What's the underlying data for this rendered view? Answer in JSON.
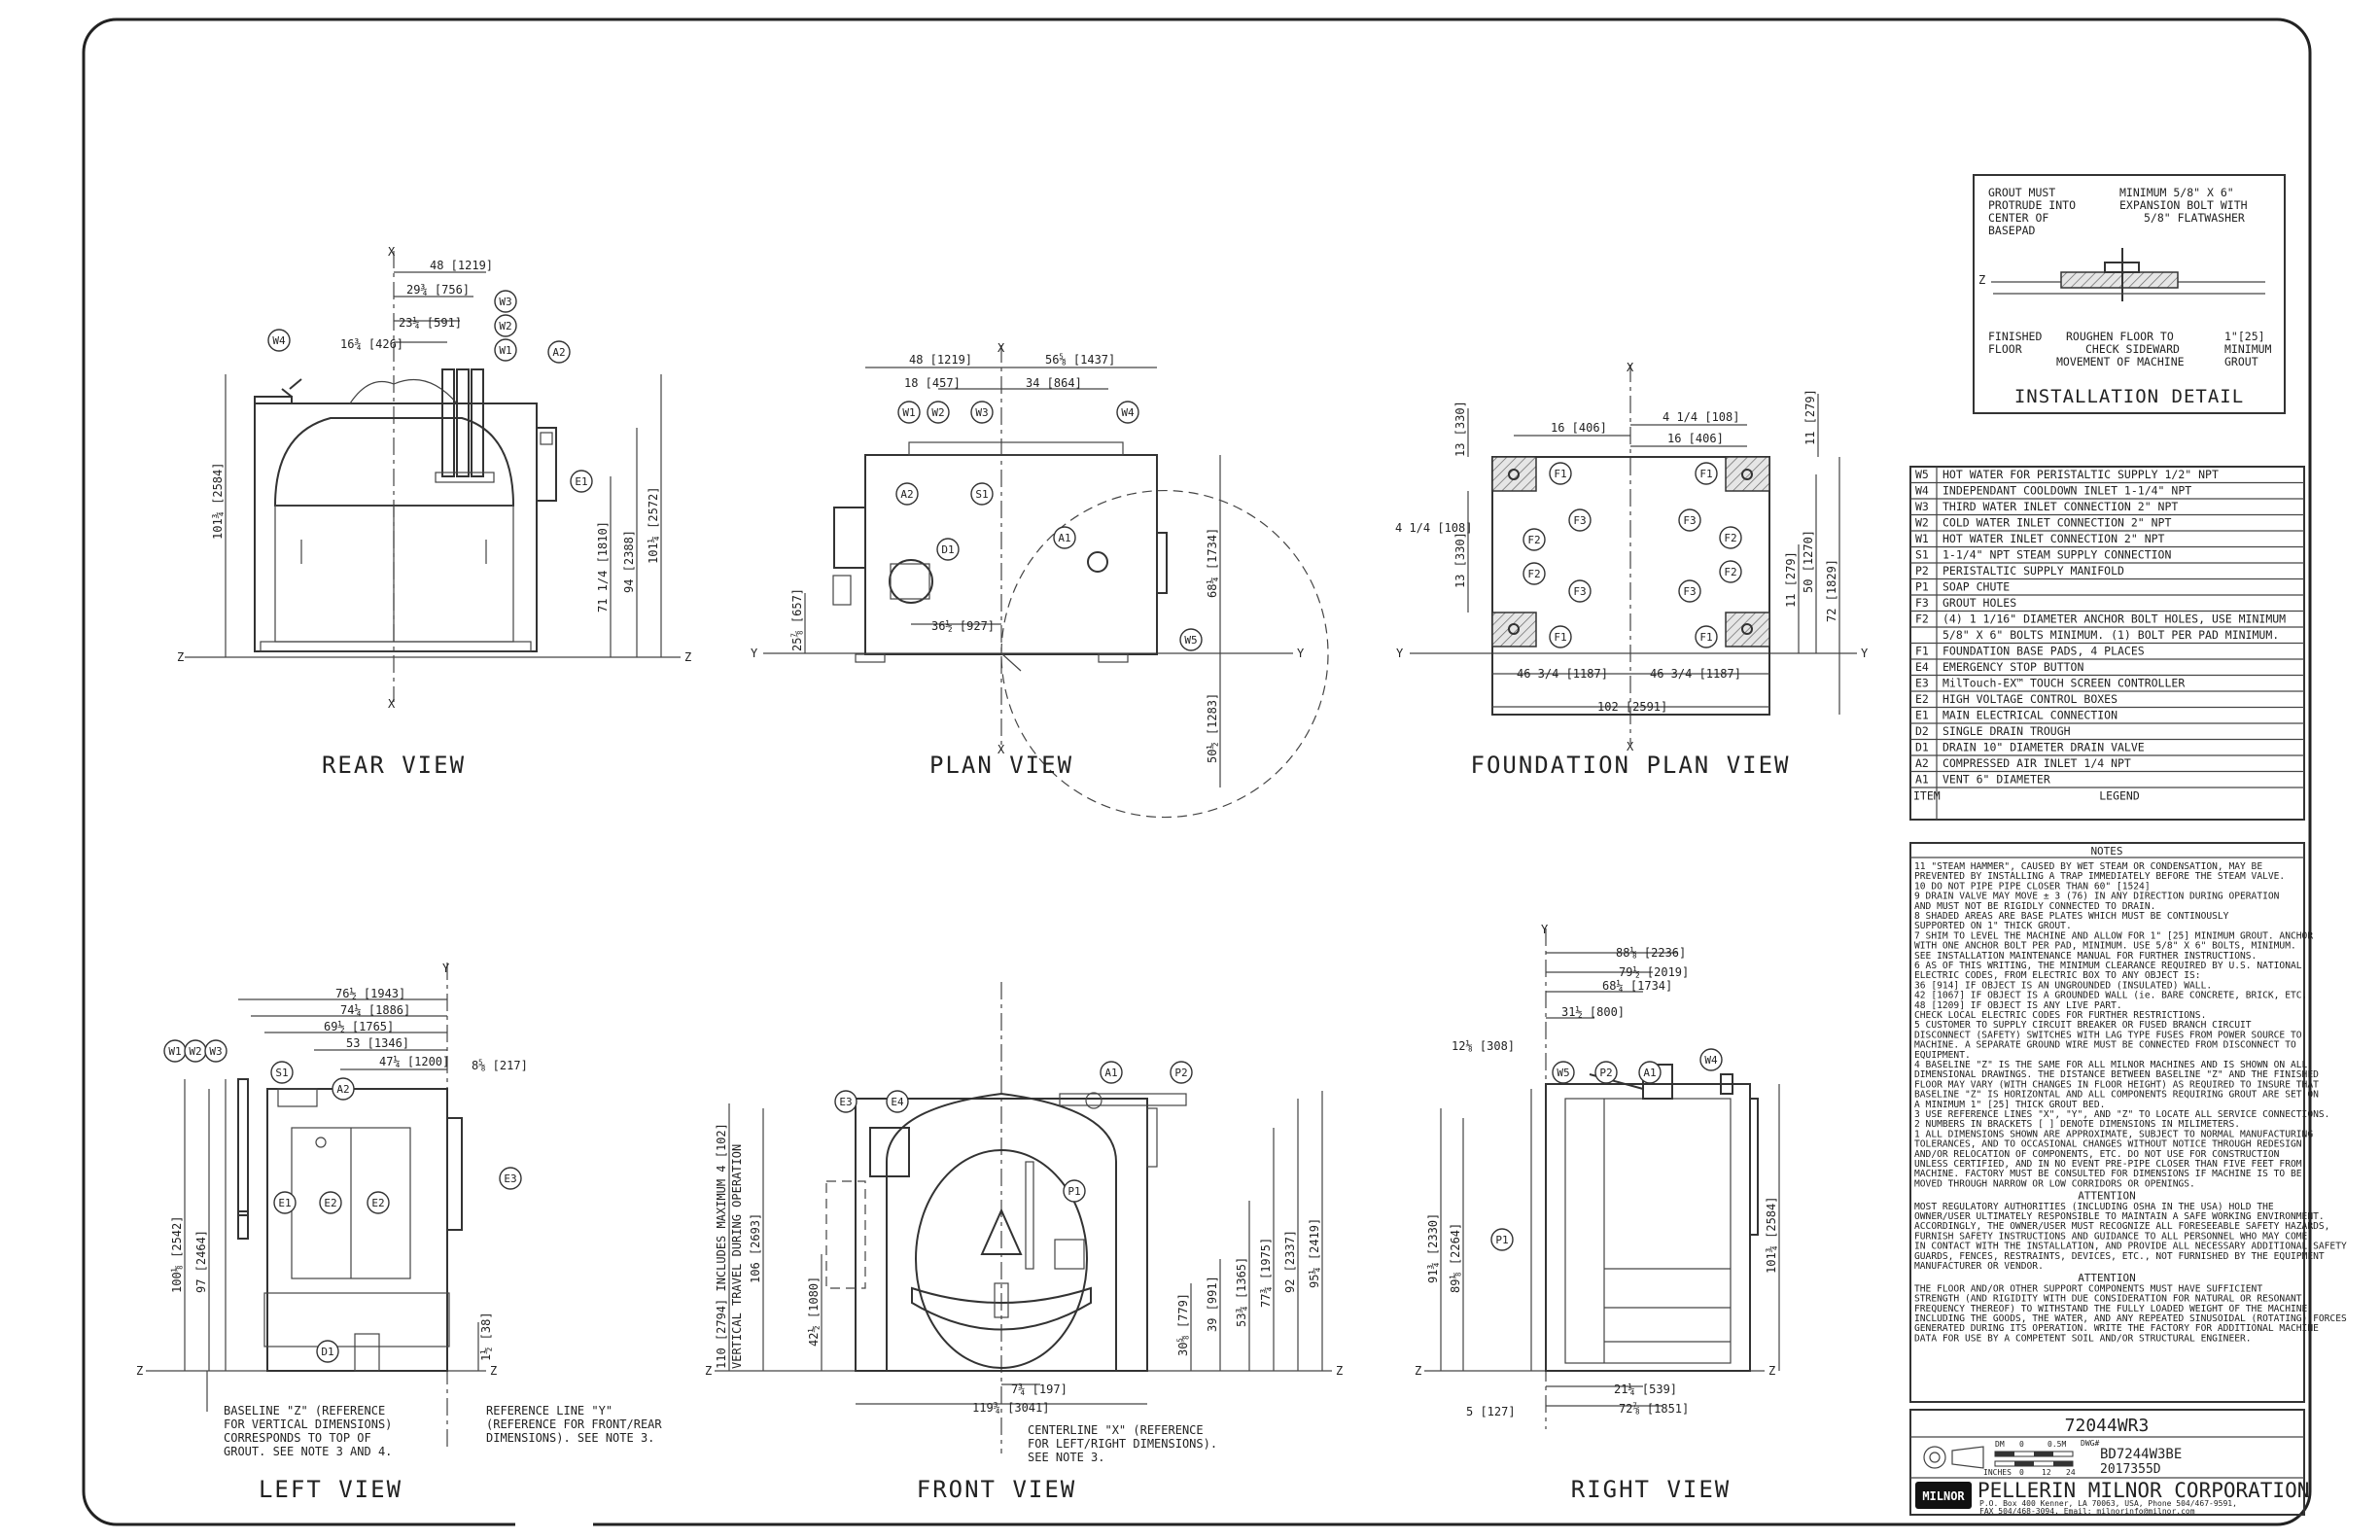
{
  "views": {
    "rear": "REAR VIEW",
    "plan": "PLAN VIEW",
    "foundation": "FOUNDATION PLAN VIEW",
    "left": "LEFT VIEW",
    "front": "FRONT VIEW",
    "right": "RIGHT VIEW"
  },
  "axes": {
    "x": "X",
    "y": "Y",
    "z": "Z"
  },
  "rear_dims": {
    "d48": "48 [1219]",
    "d29": "29¾ [756]",
    "d23": "23¼ [591]",
    "d16": "16¾ [426]",
    "h101a": "101¾ [2584]",
    "h71": "71 1/4 [1810]",
    "h94": "94 [2388]",
    "h101b": "101¼ [2572]"
  },
  "plan_dims": {
    "d48": "48 [1219]",
    "d56": "56⅝ [1437]",
    "d18": "18 [457]",
    "d34": "34 [864]",
    "d36": "36½ [927]",
    "d25": "25⅞ [657]",
    "d68": "68¼ [1734]",
    "d50": "50½ [1283]"
  },
  "foundation_dims": {
    "d16a": "16 [406]",
    "d4a": "4 1/4 [108]",
    "d16b": "16 [406]",
    "d11a": "11 [279]",
    "d13a": "13 [330]",
    "d4b": "4 1/4 [108]",
    "d13b": "13 [330]",
    "d11b": "11 [279]",
    "d50": "50 [1270]",
    "d72": "72 [1829]",
    "d46a": "46 3/4 [1187]",
    "d46b": "46 3/4 [1187]",
    "d102": "102 [2591]"
  },
  "left_dims": {
    "d76": "76½ [1943]",
    "d74": "74¼ [1886]",
    "d69": "69½ [1765]",
    "d53": "53 [1346]",
    "d47": "47¼ [1200]",
    "d8": "8⅝ [217]",
    "h100": "100⅛ [2542]",
    "h97": "97 [2464]",
    "h1": "1½ [38]",
    "note_baseline": [
      "BASELINE \"Z\" (REFERENCE",
      "FOR VERTICAL DIMENSIONS)",
      "CORRESPONDS TO TOP OF",
      "GROUT. SEE NOTE 3 AND 4."
    ],
    "note_ref_y": [
      "REFERENCE LINE \"Y\"",
      "(REFERENCE FOR FRONT/REAR",
      "DIMENSIONS). SEE NOTE 3."
    ]
  },
  "front_dims": {
    "h110": "110 [2794] INCLUDES MAXIMUM 4 [102]",
    "h110b": "VERTICAL TRAVEL DURING OPERATION",
    "h106": "106 [2693]",
    "h42": "42½ [1080]",
    "h30": "30⅝ [779]",
    "h39": "39 [991]",
    "h53": "53¾ [1365]",
    "h77": "77¾ [1975]",
    "h92": "92 [2337]",
    "h95": "95¼ [2419]",
    "d7": "7¾ [197]",
    "d119": "119¾ [3041]",
    "note_center": [
      "CENTERLINE \"X\" (REFERENCE",
      "FOR LEFT/RIGHT DIMENSIONS).",
      "SEE NOTE 3."
    ]
  },
  "right_dims": {
    "d88": "88⅛ [2236]",
    "d79": "79½ [2019]",
    "d68": "68¼ [1734]",
    "d31": "31½ [800]",
    "d12": "12⅛ [308]",
    "h91": "91¾ [2330]",
    "h89": "89⅛ [2264]",
    "h101": "101¾ [2584]",
    "d21": "21¼ [539]",
    "d72": "72⅞ [1851]",
    "d5": "5 [127]"
  },
  "bubbles": {
    "W1": "W1",
    "W2": "W2",
    "W3": "W3",
    "W4": "W4",
    "W5": "W5",
    "A1": "A1",
    "A2": "A2",
    "E1": "E1",
    "E2": "E2",
    "E3": "E3",
    "E4": "E4",
    "D1": "D1",
    "S1": "S1",
    "F1": "F1",
    "F2": "F2",
    "F3": "F3",
    "P1": "P1",
    "P2": "P2"
  },
  "install": {
    "grout": [
      "GROUT MUST",
      "PROTRUDE INTO",
      "CENTER OF",
      "BASEPAD"
    ],
    "bolt": [
      "MINIMUM 5/8\" X 6\"",
      "EXPANSION BOLT WITH",
      "5/8\" FLATWASHER"
    ],
    "floor": [
      "FINISHED",
      "FLOOR"
    ],
    "roughen": [
      "ROUGHEN FLOOR TO",
      "CHECK SIDEWARD",
      "MOVEMENT OF MACHINE"
    ],
    "min": [
      "1\"[25]",
      "MINIMUM",
      "GROUT"
    ],
    "title": "INSTALLATION DETAIL"
  },
  "legend": {
    "rows": [
      {
        "item": "W5",
        "desc": "HOT WATER FOR PERISTALTIC SUPPLY 1/2\" NPT"
      },
      {
        "item": "W4",
        "desc": "INDEPENDANT COOLDOWN INLET 1-1/4\" NPT"
      },
      {
        "item": "W3",
        "desc": "THIRD WATER INLET CONNECTION 2\" NPT"
      },
      {
        "item": "W2",
        "desc": "COLD WATER INLET CONNECTION 2\" NPT"
      },
      {
        "item": "W1",
        "desc": "HOT WATER INLET CONNECTION 2\" NPT"
      },
      {
        "item": "S1",
        "desc": "1-1/4\" NPT STEAM SUPPLY CONNECTION"
      },
      {
        "item": "P2",
        "desc": "PERISTALTIC SUPPLY MANIFOLD"
      },
      {
        "item": "P1",
        "desc": "SOAP CHUTE"
      },
      {
        "item": "F3",
        "desc": "GROUT HOLES"
      },
      {
        "item": "F2",
        "desc": "(4) 1 1/16\" DIAMETER ANCHOR BOLT HOLES, USE MINIMUM"
      },
      {
        "item": "",
        "desc": "5/8\" X 6\" BOLTS MINIMUM. (1) BOLT PER PAD MINIMUM."
      },
      {
        "item": "F1",
        "desc": "FOUNDATION BASE PADS, 4 PLACES"
      },
      {
        "item": "E4",
        "desc": "EMERGENCY STOP BUTTON"
      },
      {
        "item": "E3",
        "desc": "MilTouch-EX™ TOUCH SCREEN CONTROLLER"
      },
      {
        "item": "E2",
        "desc": "HIGH VOLTAGE CONTROL BOXES"
      },
      {
        "item": "E1",
        "desc": "MAIN ELECTRICAL CONNECTION"
      },
      {
        "item": "D2",
        "desc": "SINGLE DRAIN TROUGH"
      },
      {
        "item": "D1",
        "desc": "DRAIN 10\" DIAMETER DRAIN VALVE"
      },
      {
        "item": "A2",
        "desc": "COMPRESSED AIR INLET 1/4 NPT"
      },
      {
        "item": "A1",
        "desc": "VENT 6\" DIAMETER"
      }
    ],
    "item_header": "ITEM",
    "legend_header": "LEGEND"
  },
  "notes": {
    "title": "NOTES",
    "lines": [
      "11 \"STEAM HAMMER\", CAUSED BY WET STEAM OR CONDENSATION, MAY BE",
      "    PREVENTED BY INSTALLING A TRAP IMMEDIATELY BEFORE THE STEAM VALVE.",
      "10 DO NOT PIPE PIPE CLOSER THAN 60\" [1524]",
      "9  DRAIN VALVE MAY MOVE ± 3 (76) IN ANY DIRECTION DURING OPERATION",
      "    AND MUST NOT BE RIGIDLY CONNECTED TO DRAIN.",
      "8  SHADED AREAS ARE BASE PLATES WHICH MUST BE CONTINOUSLY",
      "    SUPPORTED ON 1\" THICK GROUT.",
      "7  SHIM TO LEVEL THE MACHINE AND ALLOW FOR 1\" [25] MINIMUM GROUT. ANCHOR",
      "    WITH ONE ANCHOR BOLT PER PAD, MINIMUM. USE 5/8\" X 6\" BOLTS, MINIMUM.",
      "    SEE INSTALLATION MAINTENANCE MANUAL FOR FURTHER INSTRUCTIONS.",
      "6  AS OF THIS WRITING, THE MINIMUM CLEARANCE REQUIRED BY U.S. NATIONAL",
      "    ELECTRIC CODES, FROM ELECTRIC BOX TO ANY OBJECT IS:",
      "      36 [914]  IF OBJECT IS AN UNGROUNDED (INSULATED) WALL.",
      "      42 [1067] IF OBJECT IS A GROUNDED WALL (ie. BARE CONCRETE, BRICK, ETC.)",
      "      48 [1209] IF OBJECT IS ANY LIVE PART.",
      "    CHECK LOCAL ELECTRIC CODES FOR FURTHER RESTRICTIONS.",
      "5  CUSTOMER TO SUPPLY CIRCUIT BREAKER OR FUSED BRANCH CIRCUIT",
      "    DISCONNECT (SAFETY) SWITCHES WITH LAG TYPE FUSES FROM POWER SOURCE TO",
      "    MACHINE. A SEPARATE GROUND WIRE MUST BE CONNECTED FROM DISCONNECT TO",
      "    EQUIPMENT.",
      "4  BASELINE \"Z\" IS THE SAME FOR ALL MILNOR MACHINES AND IS SHOWN ON ALL",
      "    DIMENSIONAL DRAWINGS. THE DISTANCE BETWEEN BASELINE \"Z\" AND THE FINISHED",
      "    FLOOR MAY VARY (WITH CHANGES IN FLOOR HEIGHT) AS REQUIRED TO INSURE THAT",
      "    BASELINE \"Z\" IS HORIZONTAL AND ALL COMPONENTS REQUIRING GROUT ARE SET ON",
      "    A MINIMUM 1\" [25] THICK GROUT BED.",
      "3  USE REFERENCE LINES \"X\", \"Y\", AND \"Z\" TO LOCATE ALL SERVICE CONNECTIONS.",
      "2  NUMBERS IN BRACKETS [ ] DENOTE DIMENSIONS IN MILIMETERS.",
      "1  ALL DIMENSIONS SHOWN ARE APPROXIMATE, SUBJECT TO NORMAL MANUFACTURING",
      "    TOLERANCES, AND TO OCCASIONAL CHANGES WITHOUT NOTICE THROUGH REDESIGN",
      "    AND/OR RELOCATION OF COMPONENTS, ETC. DO NOT USE FOR CONSTRUCTION",
      "    UNLESS CERTIFIED, AND IN NO EVENT PRE-PIPE CLOSER THAN FIVE FEET FROM",
      "    MACHINE. FACTORY MUST BE CONSULTED FOR DIMENSIONS IF MACHINE IS TO BE",
      "    MOVED THROUGH NARROW OR LOW CORRIDORS OR OPENINGS."
    ],
    "attention1_title": "ATTENTION",
    "attention1": [
      "MOST REGULATORY AUTHORITIES (INCLUDING OSHA IN THE USA) HOLD THE",
      "OWNER/USER ULTIMATELY RESPONSIBLE TO MAINTAIN A SAFE WORKING ENVIRONMENT.",
      "ACCORDINGLY, THE OWNER/USER MUST RECOGNIZE ALL FORESEEABLE SAFETY HAZARDS,",
      "FURNISH SAFETY INSTRUCTIONS AND GUIDANCE TO ALL PERSONNEL WHO MAY COME",
      "IN CONTACT WITH THE INSTALLATION, AND PROVIDE ALL NECESSARY ADDITIONAL SAFETY",
      "GUARDS, FENCES, RESTRAINTS, DEVICES, ETC., NOT FURNISHED BY THE EQUIPMENT",
      "MANUFACTURER OR VENDOR."
    ],
    "attention2_title": "ATTENTION",
    "attention2": [
      "THE FLOOR AND/OR OTHER SUPPORT COMPONENTS MUST HAVE SUFFICIENT",
      "STRENGTH (AND RIGIDITY WITH DUE CONSIDERATION FOR NATURAL OR RESONANT",
      "FREQUENCY THEREOF) TO WITHSTAND THE FULLY LOADED WEIGHT OF THE MACHINE",
      "INCLUDING THE GOODS, THE WATER, AND ANY REPEATED SINUSOIDAL (ROTATING) FORCES",
      "GENERATED DURING ITS OPERATION. WRITE THE FACTORY FOR ADDITIONAL MACHINE",
      "DATA FOR USE BY A COMPETENT SOIL AND/OR STRUCTURAL ENGINEER."
    ]
  },
  "title_block": {
    "model": "72044WR3",
    "scale_dm": "DM",
    "scale_0": "0",
    "scale_05m": "0.5M",
    "scale_inches": "INCHES",
    "scale_i0": "0",
    "scale_12": "12",
    "scale_24": "24",
    "dwg_label": "DWG#",
    "dwg": "BD7244W3BE",
    "dwg2": "2017355D",
    "logo": "MILNOR",
    "company": "PELLERIN MILNOR CORPORATION",
    "address1": "P.O. Box 400 Kenner, LA 70063, USA, Phone 504/467-9591,",
    "address2": "FAX 504/468-3094, Email: milnorinfo@milnor.com"
  }
}
